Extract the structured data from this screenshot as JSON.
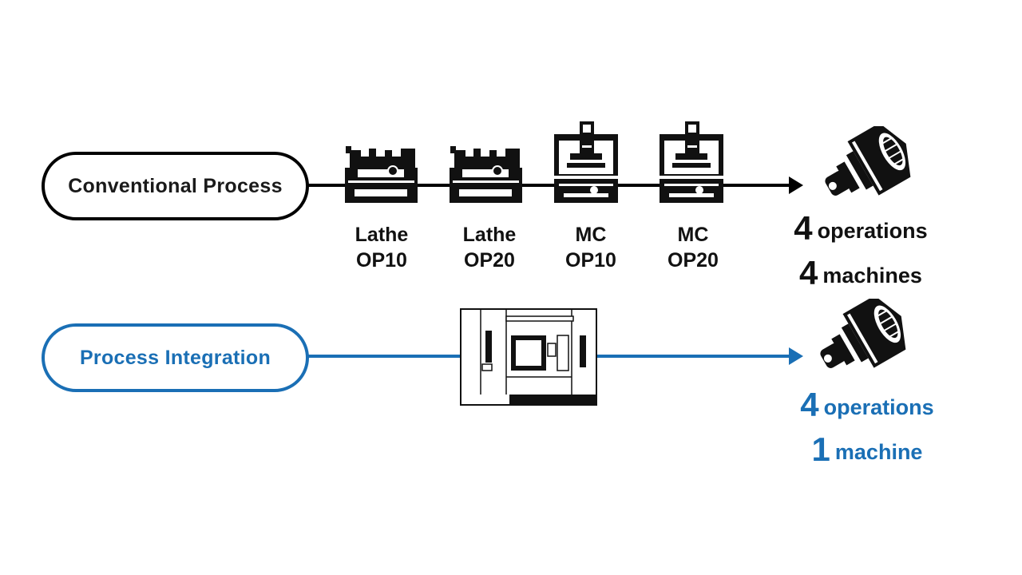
{
  "rows": {
    "conventional": {
      "label": "Conventional Process",
      "color": "#000000",
      "machines": [
        {
          "icon": "lathe-icon",
          "name": "Lathe",
          "op": "OP10"
        },
        {
          "icon": "lathe-icon",
          "name": "Lathe",
          "op": "OP20"
        },
        {
          "icon": "machining-center-icon",
          "name": "MC",
          "op": "OP10"
        },
        {
          "icon": "machining-center-icon",
          "name": "MC",
          "op": "OP20"
        }
      ],
      "result": {
        "icon": "bolt-part-icon",
        "ops_count": "4",
        "ops_label": "operations",
        "machine_count": "4",
        "machine_label": "machines"
      }
    },
    "integration": {
      "label": "Process Integration",
      "color": "#1a6fb5",
      "machine_icon": "multitasking-machine-icon",
      "result": {
        "icon": "bolt-part-icon",
        "ops_count": "4",
        "ops_label": "operations",
        "machine_count": "1",
        "machine_label": "machine"
      }
    }
  }
}
